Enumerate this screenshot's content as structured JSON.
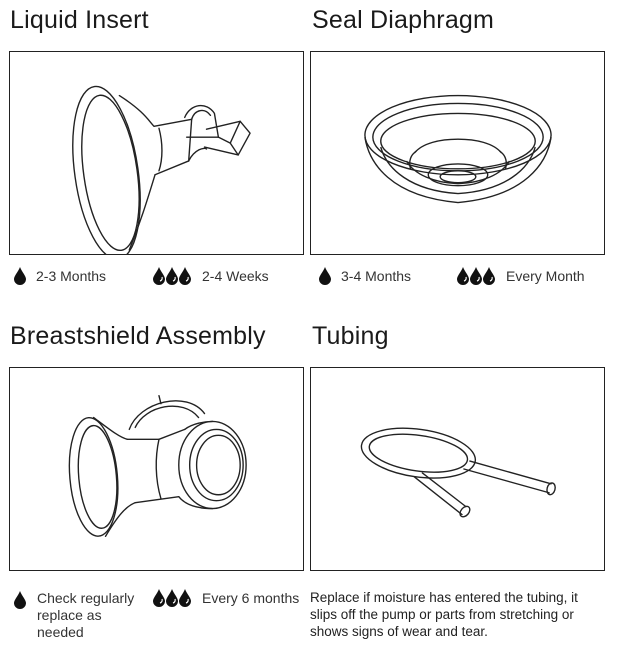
{
  "sections": [
    {
      "title": "Liquid Insert",
      "single_label": "2-3 Months",
      "triple_label": "2-4 Weeks",
      "illustration": "liquid-insert"
    },
    {
      "title": "Seal Diaphragm",
      "single_label": "3-4 Months",
      "triple_label": "Every Month",
      "illustration": "seal-diaphragm"
    },
    {
      "title": "Breastshield Assembly",
      "single_label": "Check regularly replace as needed",
      "triple_label": "Every 6 months",
      "illustration": "breastshield-assembly"
    },
    {
      "title": "Tubing",
      "note": "Replace if moisture has entered the tubing, it slips off the pump or parts from stretching or shows signs of wear and tear.",
      "illustration": "tubing"
    }
  ],
  "icons": {
    "single": "single-drop-icon",
    "triple": "triple-drop-icon"
  }
}
